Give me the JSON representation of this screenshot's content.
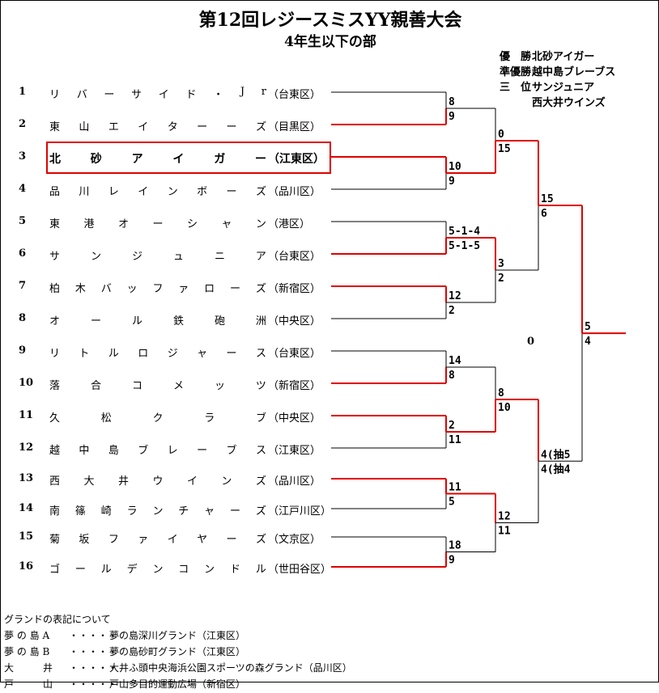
{
  "title": "第12回レジースミスYY親善大会",
  "subtitle": "4年生以下の部",
  "results": [
    {
      "label": "優　勝",
      "value": "北砂アイガー"
    },
    {
      "label": "準優勝",
      "value": "越中島ブレーブス"
    },
    {
      "label": "三　位",
      "value": "サンジュニア"
    },
    {
      "label": "",
      "value": "西大井ウインズ"
    }
  ],
  "teams": [
    {
      "num": "1",
      "name": "リバーサイド・Jr",
      "ward": "（台東区）"
    },
    {
      "num": "2",
      "name": "東山エイターーズ",
      "ward": "（目黒区）"
    },
    {
      "num": "3",
      "name": "北砂アイガー",
      "ward": "（江東区）"
    },
    {
      "num": "4",
      "name": "品川レインボーズ",
      "ward": "（品川区）"
    },
    {
      "num": "5",
      "name": "東港オーシャン",
      "ward": "（港区）"
    },
    {
      "num": "6",
      "name": "サンジュニア",
      "ward": "（台東区）"
    },
    {
      "num": "7",
      "name": "柏木バッファローズ",
      "ward": "（新宿区）"
    },
    {
      "num": "8",
      "name": "オール鉄砲洲",
      "ward": "（中央区）"
    },
    {
      "num": "9",
      "name": "リトルロジャース",
      "ward": "（台東区）"
    },
    {
      "num": "10",
      "name": "落合コメッツ",
      "ward": "（新宿区）"
    },
    {
      "num": "11",
      "name": "久松クラブ",
      "ward": "（中央区）"
    },
    {
      "num": "12",
      "name": "越中島ブレーブス",
      "ward": "（江東区）"
    },
    {
      "num": "13",
      "name": "西大井ウインズ",
      "ward": "（品川区）"
    },
    {
      "num": "14",
      "name": "南篠崎ランチャーズ",
      "ward": "（江戸川区）"
    },
    {
      "num": "15",
      "name": "菊坂ファイヤーズ",
      "ward": "（文京区）"
    },
    {
      "num": "16",
      "name": "ゴールデンコンドル",
      "ward": "（世田谷区）"
    }
  ],
  "round1_scores": [
    "8",
    "9",
    "10",
    "9",
    "5-1-4",
    "5-1-5",
    "12",
    "2",
    "14",
    "8",
    "2",
    "11",
    "11",
    "5",
    "18",
    "9"
  ],
  "round2_scores": [
    "0",
    "15",
    "3",
    "2",
    "8",
    "10",
    "12",
    "11"
  ],
  "semi_scores": [
    "15",
    "6",
    "4(抽5",
    "4(抽4"
  ],
  "final_scores": [
    "5",
    "4"
  ],
  "center_zero": "0",
  "legend": {
    "title": "グランドの表記について",
    "rows": [
      {
        "key": "夢 の 島 A",
        "dots": "・・・・・",
        "desc": "夢の島深川グランド（江東区）"
      },
      {
        "key": "夢 の 島 B",
        "dots": "・・・・・",
        "desc": "夢の島砂町グランド（江東区）"
      },
      {
        "key": "大　　　井",
        "dots": "・・・・・",
        "desc": "大井ふ頭中央海浜公園スポーツの森グランド（品川区）"
      },
      {
        "key": "戸　　　山",
        "dots": "・・・・・",
        "desc": "戸山多目的運動広場（新宿区）"
      }
    ]
  },
  "colors": {
    "win_line": "#e00000",
    "lose_line": "#000000"
  }
}
